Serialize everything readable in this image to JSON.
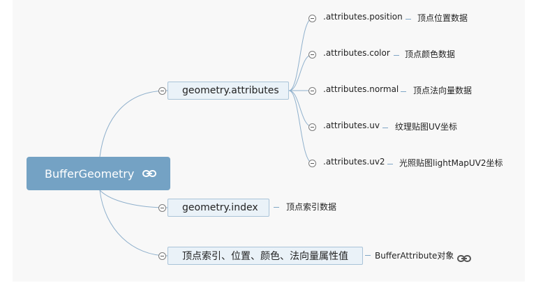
{
  "root": {
    "label": "BufferGeometry",
    "icon": "link-icon"
  },
  "branches": {
    "attributes": {
      "label": "geometry.attributes",
      "children": [
        {
          "label": ".attributes.position",
          "note": "顶点位置数据"
        },
        {
          "label": ".attributes.color",
          "note": "顶点颜色数据"
        },
        {
          "label": ".attributes.normal",
          "note": "顶点法向量数据"
        },
        {
          "label": ".attributes.uv",
          "note": "纹理贴图UV坐标"
        },
        {
          "label": ".attributes.uv2",
          "note": "光照贴图lightMapUV2坐标"
        }
      ]
    },
    "index": {
      "label": "geometry.index",
      "note": "顶点索引数据"
    },
    "props": {
      "label": "顶点索引、位置、颜色、法向量属性值",
      "note": "BufferAttribute对象",
      "icon": "link-icon"
    }
  },
  "colors": {
    "root_bg": "#74a2c4",
    "node_bg": "#eaf2f8",
    "node_border": "#a9c3d8",
    "line": "#8fb0cc"
  }
}
